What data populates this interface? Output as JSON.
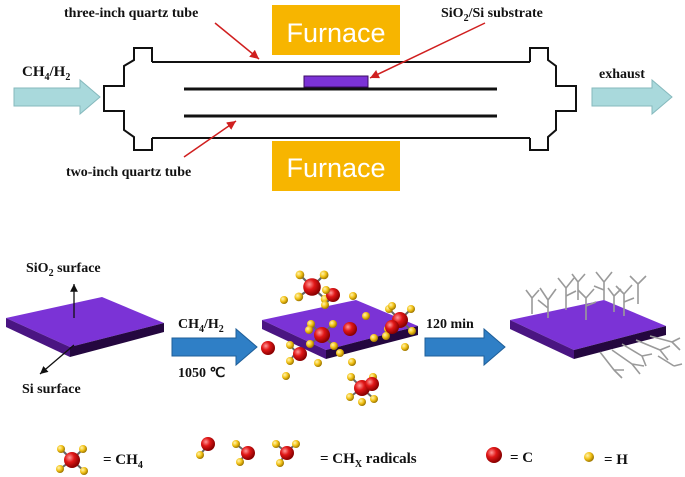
{
  "colors": {
    "furnace_bg": "#f7b500",
    "furnace_text": "#ffffff",
    "substrate_purple": "#7b33d6",
    "substrate_edge": "#3b0b63",
    "flow_arrow": "#a9d9dc",
    "process_arrow": "#2f7fc6",
    "pointer_red": "#d01f1f",
    "carbon_red": "#e11717",
    "hydrogen_yellow": "#f3c316",
    "graphene_gray": "#9a9a9a"
  },
  "reactor": {
    "outer_tube_label": "three-inch quartz tube",
    "inner_tube_label": "two-inch quartz tube",
    "substrate_label_pre": "SiO",
    "substrate_label_sub": "2",
    "substrate_label_post": "/Si substrate",
    "furnace_top": "Furnace",
    "furnace_bottom": "Furnace",
    "inlet_pre": "CH",
    "inlet_sub": "4",
    "inlet_post": "/H",
    "inlet_sub2": "2",
    "outlet": "exhaust"
  },
  "process": {
    "sio2_label_pre": "SiO",
    "sio2_label_sub": "2",
    "sio2_label_post": " surface",
    "si_label": "Si surface",
    "step1_pre": "CH",
    "step1_sub": "4",
    "step1_mid": "/H",
    "step1_sub2": "2",
    "step1_temp": "1050 ℃",
    "step2": "120 min"
  },
  "legend": {
    "ch4_pre": "= CH",
    "ch4_sub": "4",
    "chx_pre": "= CH",
    "chx_sub": "X",
    "chx_post": " radicals",
    "c": "= C",
    "h": "= H"
  }
}
